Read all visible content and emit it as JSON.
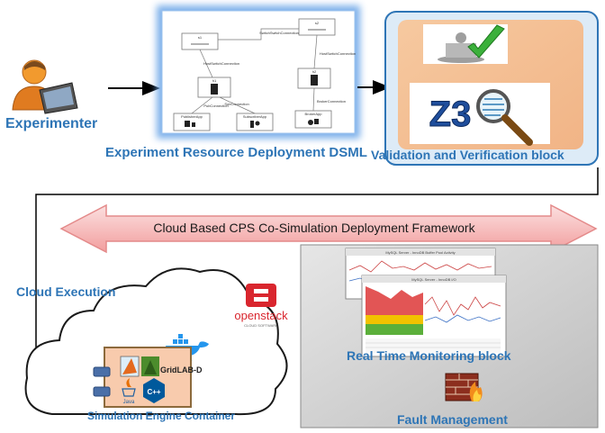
{
  "experimenter": {
    "label": "Experimenter"
  },
  "dsml": {
    "label": "Experiment Resource Deployment DSML",
    "nodes": {
      "s1": "s1",
      "s2": "s2",
      "h1": "h1",
      "h2": "h2",
      "pub": "PublisherApp",
      "sub": "SubscriberApp",
      "broker": "BrokerApp"
    },
    "edges": {
      "switch_switch": "SwitchSwitchConnection",
      "host_switch_left": "HostSwitchConnection",
      "host_switch_right": "HostSwitchConnection",
      "pub_conn": "PubConnection",
      "sub_conn": "SubConnection",
      "broker_conn": "BrokerConnection"
    }
  },
  "validation": {
    "label": "Validation and Verification block",
    "z3": "Z3"
  },
  "framework": {
    "label": "Cloud Based CPS Co-Simulation Deployment Framework"
  },
  "cloud": {
    "execution_label": "Cloud Execution",
    "openstack": "openstack",
    "openstack_sub": "CLOUD SOFTWARE",
    "docker": "docker"
  },
  "container": {
    "label": "Simulation Engine Container",
    "gridlab": "GridLAB-D",
    "java": "Java",
    "cpp": "C++"
  },
  "monitoring": {
    "label": "Real Time Monitoring block",
    "fault": "Fault Management",
    "chart1_title": "MySQL Server - InnoDB Buffer Pool Activity",
    "chart2_title": "MySQL Server - InnoDB I/O"
  },
  "colors": {
    "accent": "#2E75B6",
    "orange_panel": "#F8CBAD",
    "gray_panel": "#D0D0D0",
    "arrow_fill": "#F4B6B6"
  }
}
